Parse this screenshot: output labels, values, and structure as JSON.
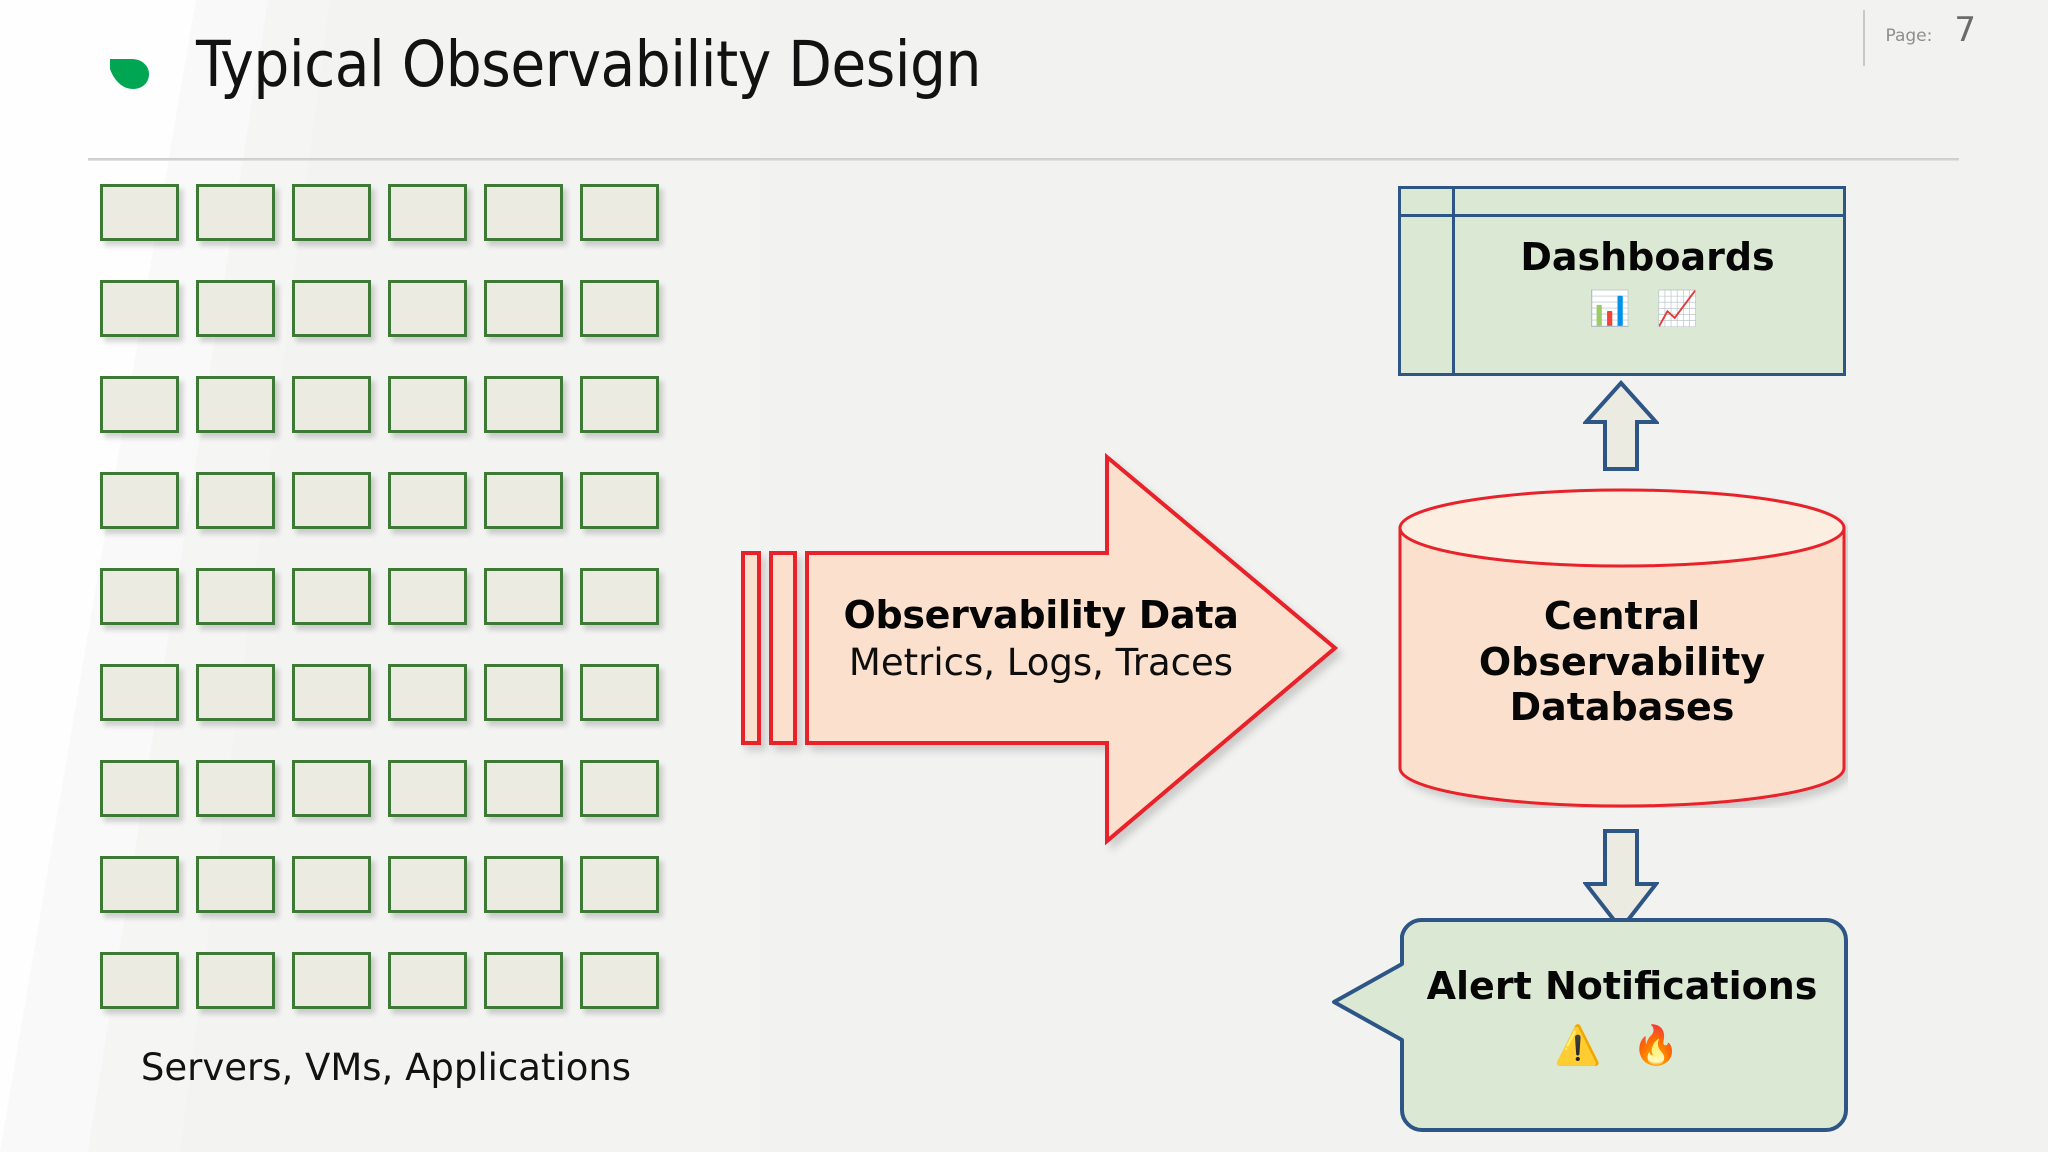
{
  "slide": {
    "title": "Typical Observability Design",
    "logo_icon": "green-leaf-logo",
    "page_label": "Page:",
    "page_number": "7",
    "accent_green": "#00a651",
    "bg_color": "#f2f2f1"
  },
  "servers": {
    "caption": "Servers, VMs, Applications",
    "rows": 9,
    "columns": 6,
    "count": 54,
    "box_fill": "#ecebe1",
    "box_border": "#3d7a36"
  },
  "flow_arrow": {
    "title": "Observability Data",
    "subtitle": "Metrics, Logs, Traces",
    "fill": "#fbe0cd",
    "stroke": "#e8232a",
    "direction": "right",
    "tail_stripes": 2
  },
  "dashboards": {
    "title": "Dashboards",
    "icons": [
      "bar-chart-icon",
      "chart-increasing-icon"
    ],
    "icon_glyphs": "📊 📈",
    "fill": "#dbe9d4",
    "stroke": "#2d5585"
  },
  "database": {
    "title_lines": [
      "Central",
      "Observability",
      "Databases"
    ],
    "fill": "#fbe0cd",
    "stroke": "#e8232a",
    "shape": "cylinder"
  },
  "alerts": {
    "title": "Alert Notifications",
    "icons": [
      "warning-triangle-icon",
      "fire-icon"
    ],
    "icon_glyphs": "⚠️ 🔥",
    "fill": "#dbe9d4",
    "stroke": "#2d5585",
    "shape": "callout-bubble-left"
  },
  "connectors": {
    "db_to_dashboards": "up-arrow",
    "db_to_alerts": "down-arrow",
    "fill": "#ecebe1",
    "stroke": "#2d5585"
  }
}
